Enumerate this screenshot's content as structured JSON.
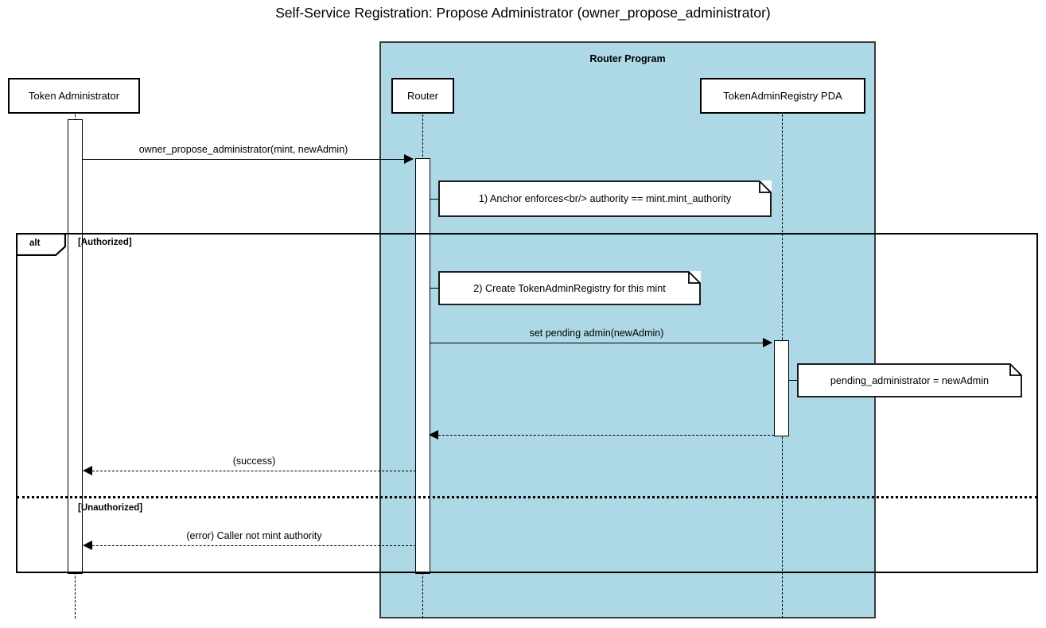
{
  "diagram": {
    "type": "uml-sequence-diagram",
    "title": "Self-Service Registration: Propose Administrator (owner_propose_administrator)",
    "colors": {
      "group_fill": "#ADD8E6",
      "group_border": "#3a3a3a",
      "line": "#000000",
      "participant_fill": "#ffffff",
      "note_fill": "#ffffff",
      "background": "#ffffff"
    }
  },
  "groups": [
    {
      "label": "Router Program",
      "fill": "#ADD8E6"
    }
  ],
  "participants": [
    {
      "id": "token-administrator",
      "label": "Token Administrator",
      "in_group": false
    },
    {
      "id": "router",
      "label": "Router",
      "in_group": true
    },
    {
      "id": "token-admin-registry-pda",
      "label": "TokenAdminRegistry PDA",
      "in_group": true
    }
  ],
  "messages": [
    {
      "id": "msg-propose",
      "label": "owner_propose_administrator(mint, newAdmin)",
      "from": "token-administrator",
      "to": "router",
      "style": "solid",
      "direction": "right"
    },
    {
      "id": "msg-set-pending-admin",
      "label": "set pending admin(newAdmin)",
      "from": "router",
      "to": "token-admin-registry-pda",
      "style": "solid",
      "direction": "right"
    },
    {
      "id": "msg-pda-return",
      "label": "",
      "from": "token-admin-registry-pda",
      "to": "router",
      "style": "dashed",
      "direction": "left"
    },
    {
      "id": "msg-success",
      "label": "(success)",
      "from": "router",
      "to": "token-administrator",
      "style": "dashed",
      "direction": "left"
    },
    {
      "id": "msg-error",
      "label": "(error) Caller not mint authority",
      "from": "router",
      "to": "token-administrator",
      "style": "dashed",
      "direction": "left"
    }
  ],
  "notes": [
    {
      "id": "note-anchor-enforces",
      "text": "1) Anchor enforces<br/> authority == mint.mint_authority",
      "attached_to": "router",
      "side": "right"
    },
    {
      "id": "note-create-registry",
      "text": "2) Create TokenAdminRegistry for this mint",
      "attached_to": "router",
      "side": "right"
    },
    {
      "id": "note-pending-administrator",
      "text": "pending_administrator = newAdmin",
      "attached_to": "token-admin-registry-pda",
      "side": "right"
    }
  ],
  "fragments": [
    {
      "id": "alt-authorized",
      "operator": "alt",
      "branches": [
        {
          "guard": "[Authorized]"
        },
        {
          "guard": "[Unauthorized]"
        }
      ]
    }
  ]
}
